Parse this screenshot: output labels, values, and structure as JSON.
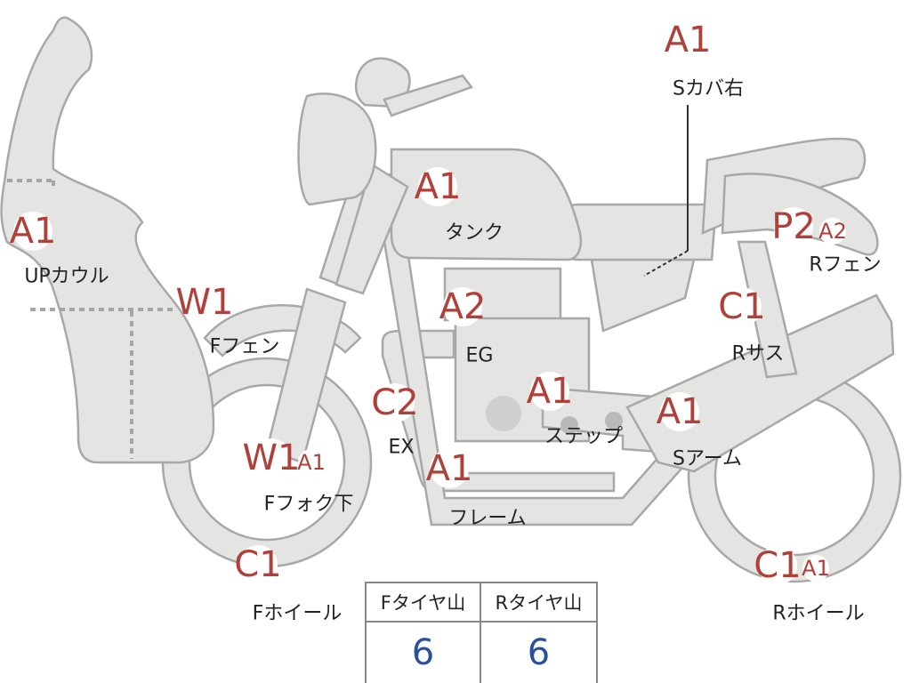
{
  "parts": [
    {
      "id": "up-cowl",
      "label": "UPカウル",
      "grades": [
        "A1"
      ]
    },
    {
      "id": "f-fender",
      "label": "Fフェン",
      "grades": [
        "W1"
      ]
    },
    {
      "id": "f-fork-lower",
      "label": "Fフォク下",
      "grades": [
        "W1",
        "A1"
      ]
    },
    {
      "id": "f-wheel",
      "label": "Fホイール",
      "grades": [
        "C1"
      ]
    },
    {
      "id": "tank",
      "label": "タンク",
      "grades": [
        "A1"
      ]
    },
    {
      "id": "engine",
      "label": "EG",
      "grades": [
        "A2"
      ]
    },
    {
      "id": "exhaust",
      "label": "EX",
      "grades": [
        "C2"
      ]
    },
    {
      "id": "frame",
      "label": "フレーム",
      "grades": [
        "A1"
      ]
    },
    {
      "id": "step",
      "label": "ステップ",
      "grades": [
        "A1"
      ]
    },
    {
      "id": "side-cover-right",
      "label": "Sカバ右",
      "grades": [
        "A1"
      ]
    },
    {
      "id": "r-fender",
      "label": "Rフェン",
      "grades": [
        "P2",
        "A2"
      ]
    },
    {
      "id": "r-suspension",
      "label": "Rサス",
      "grades": [
        "C1"
      ]
    },
    {
      "id": "swing-arm",
      "label": "Sアーム",
      "grades": [
        "A1"
      ]
    },
    {
      "id": "r-wheel",
      "label": "Rホイール",
      "grades": [
        "C1",
        "A1"
      ]
    }
  ],
  "tire_tread": {
    "front_label": "Fタイヤ山",
    "rear_label": "Rタイヤ山",
    "front_value": "6",
    "rear_value": "6"
  },
  "colors": {
    "grade_text": "#b0403a",
    "tread_value": "#2b4f9a",
    "body_fill": "#e4e4e2",
    "outline": "#a8a8a6"
  }
}
